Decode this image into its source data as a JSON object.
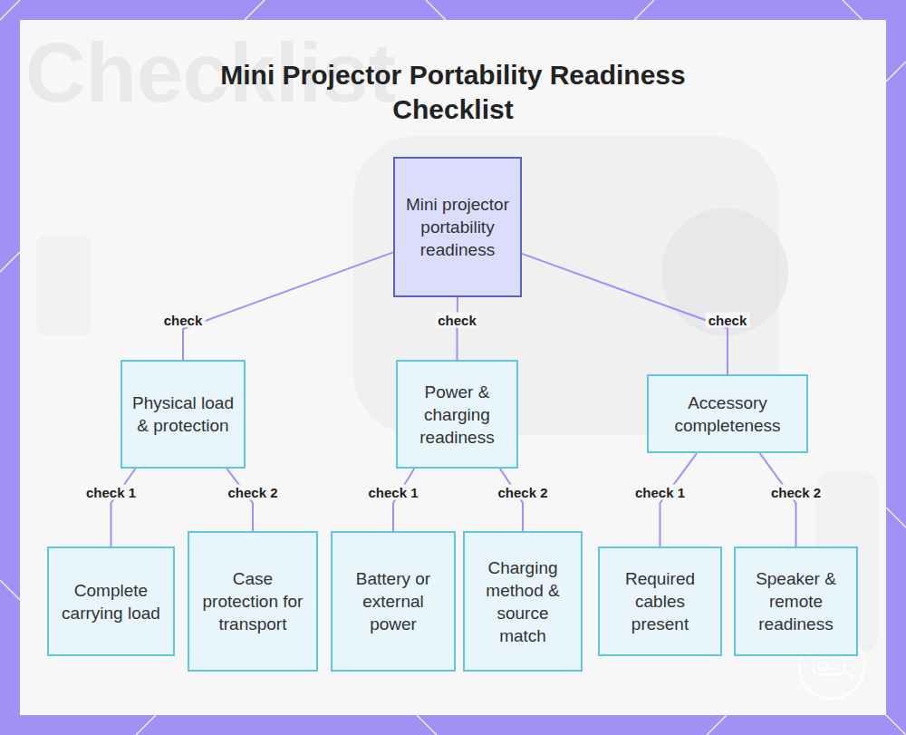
{
  "diagram": {
    "title": "Mini Projector Portability Readiness Checklist",
    "nodes": [
      {
        "text": [
          "Mini projector portability readiness"
        ]
      },
      {
        "text": [
          "Physical load & protection"
        ]
      },
      {
        "text": [
          "Power & charging readiness"
        ]
      },
      {
        "text": [
          "Accessory completeness"
        ]
      },
      {
        "text": [
          "Complete carrying load"
        ]
      },
      {
        "text": [
          "Case protection for transport"
        ]
      },
      {
        "text": [
          "Battery or external power"
        ]
      },
      {
        "text": [
          "Charging method & source match"
        ]
      },
      {
        "text": [
          "Required cables present"
        ]
      },
      {
        "text": [
          "Speaker & remote readiness"
        ]
      }
    ],
    "edges": [
      {
        "from": 0,
        "to": 1,
        "label": "check",
        "arrow": "none"
      },
      {
        "from": 0,
        "to": 2,
        "label": "check",
        "arrow": "none"
      },
      {
        "from": 0,
        "to": 3,
        "label": "check",
        "arrow": "none"
      },
      {
        "from": 1,
        "to": 4,
        "label": "check 1",
        "arrow": "none"
      },
      {
        "from": 1,
        "to": 5,
        "label": "check 2",
        "arrow": "none"
      },
      {
        "from": 2,
        "to": 6,
        "label": "check 1",
        "arrow": "none"
      },
      {
        "from": 2,
        "to": 7,
        "label": "check 2",
        "arrow": "none"
      },
      {
        "from": 3,
        "to": 8,
        "label": "check 1",
        "arrow": "none"
      },
      {
        "from": 3,
        "to": 9,
        "label": "check 2",
        "arrow": "none"
      }
    ],
    "labels": [
      "Checklist"
    ]
  }
}
